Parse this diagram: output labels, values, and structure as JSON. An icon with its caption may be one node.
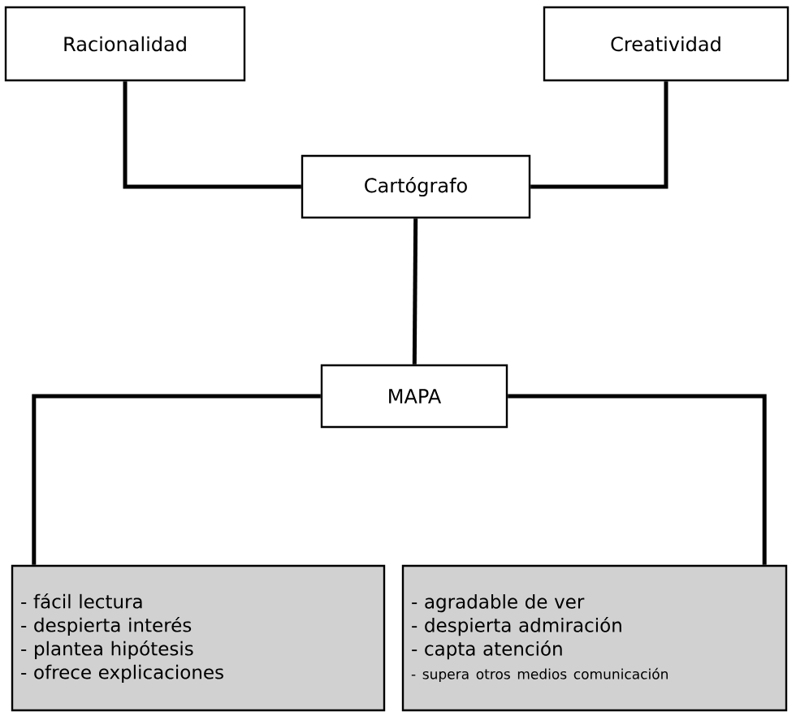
{
  "diagram": {
    "nodes": [
      {
        "text": [
          "Racionalidad"
        ]
      },
      {
        "text": [
          "Creatividad"
        ]
      },
      {
        "text": [
          "Cartógrafo"
        ]
      },
      {
        "text": [
          "MAPA"
        ]
      },
      {
        "text": [
          "- fácil lectura",
          "- despierta interés",
          "- plantea hipótesis",
          "- ofrece explicaciones"
        ]
      },
      {
        "text": [
          "- agradable de ver",
          "- despierta admiración",
          "- capta atención",
          "- supera otros medios comunicación"
        ]
      }
    ],
    "edges": [
      {
        "from": 0,
        "to": 2,
        "arrow": "none"
      },
      {
        "from": 1,
        "to": 2,
        "arrow": "none"
      },
      {
        "from": 2,
        "to": 3,
        "arrow": "none"
      },
      {
        "from": 3,
        "to": 4,
        "arrow": "none"
      },
      {
        "from": 3,
        "to": 5,
        "arrow": "none"
      }
    ]
  }
}
